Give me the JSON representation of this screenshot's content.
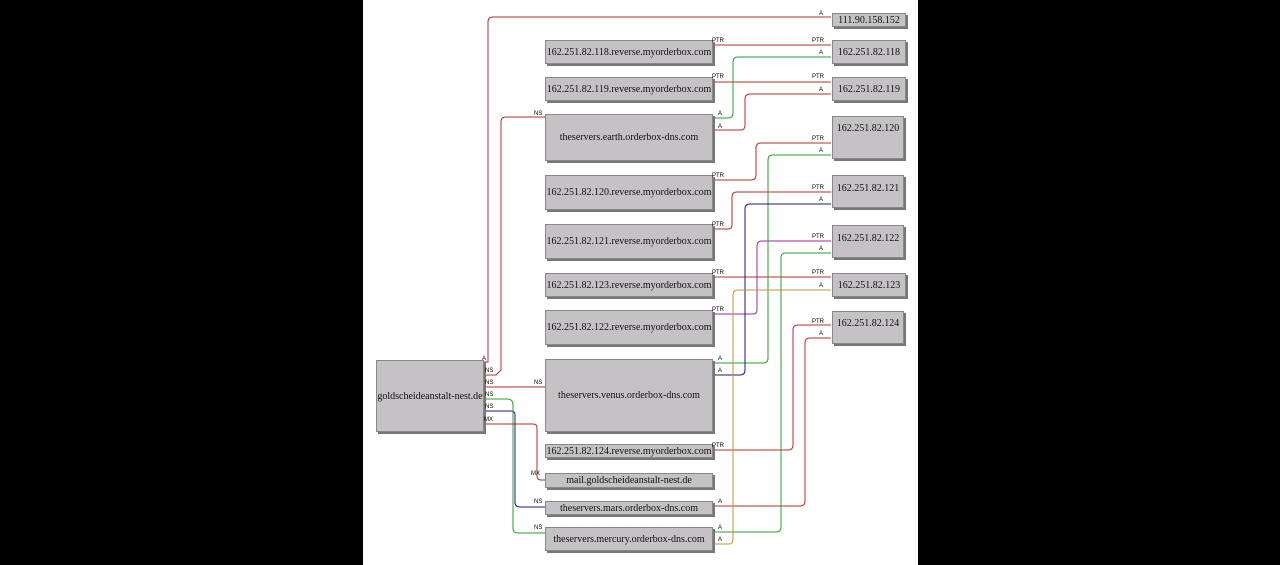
{
  "nodes": {
    "root": "goldscheideanstalt-nest.de",
    "ip_111": "111.90.158.152",
    "ip_118": "162.251.82.118",
    "ip_119": "162.251.82.119",
    "ip_120": "162.251.82.120",
    "ip_121": "162.251.82.121",
    "ip_122": "162.251.82.122",
    "ip_123": "162.251.82.123",
    "ip_124": "162.251.82.124",
    "rev_118": "162.251.82.118.reverse.myorderbox.com",
    "rev_119": "162.251.82.119.reverse.myorderbox.com",
    "rev_120": "162.251.82.120.reverse.myorderbox.com",
    "rev_121": "162.251.82.121.reverse.myorderbox.com",
    "rev_123": "162.251.82.123.reverse.myorderbox.com",
    "rev_122": "162.251.82.122.reverse.myorderbox.com",
    "rev_124": "162.251.82.124.reverse.myorderbox.com",
    "earth": "theservers.earth.orderbox-dns.com",
    "venus": "theservers.venus.orderbox-dns.com",
    "mail": "mail.goldscheideanstalt-nest.de",
    "mars": "theservers.mars.orderbox-dns.com",
    "mercury": "theservers.mercury.orderbox-dns.com"
  },
  "edge_labels": {
    "a": "A",
    "ptr": "PTR",
    "ns": "NS",
    "mx": "MX"
  },
  "colors": {
    "red": "#b0302a",
    "green": "#2aa02a",
    "navy": "#1a1a80",
    "purple": "#9a2aa0",
    "orange": "#c89030"
  }
}
